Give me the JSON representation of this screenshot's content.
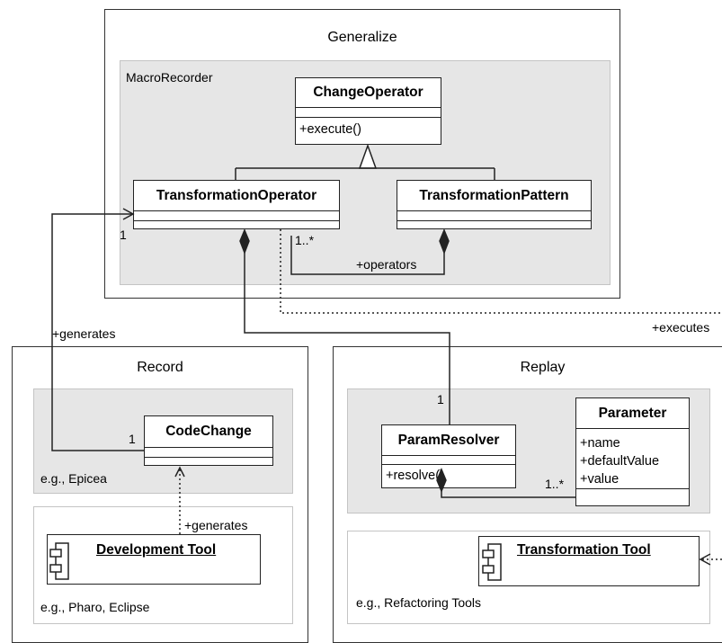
{
  "packages": {
    "generalize": "Generalize",
    "record": "Record",
    "replay": "Replay"
  },
  "regions": {
    "macro_recorder": "MacroRecorder",
    "epicea": "e.g., Epicea",
    "pharo_eclipse": "e.g., Pharo, Eclipse",
    "refactoring_tools": "e.g., Refactoring Tools"
  },
  "classes": {
    "change_operator": {
      "name": "ChangeOperator",
      "ops": [
        "+execute()"
      ]
    },
    "transformation_operator": {
      "name": "TransformationOperator"
    },
    "transformation_pattern": {
      "name": "TransformationPattern"
    },
    "code_change": {
      "name": "CodeChange"
    },
    "param_resolver": {
      "name": "ParamResolver",
      "ops": [
        "+resolve()"
      ]
    },
    "parameter": {
      "name": "Parameter",
      "attrs": [
        "+name",
        "+defaultValue",
        "+value"
      ]
    }
  },
  "components": {
    "development_tool": "Development Tool",
    "transformation_tool": "Transformation Tool"
  },
  "labels": {
    "operators": "+operators",
    "operators_mult": "1..*",
    "trans_op_mult": "1",
    "generates_top": "+generates",
    "code_change_mult": "1",
    "executes": "+executes",
    "param_resolver_mult": "1",
    "parameter_mult": "1..*",
    "generates_bottom": "+generates"
  },
  "colors": {
    "region_gray": "#e6e6e6",
    "border": "#222222"
  }
}
